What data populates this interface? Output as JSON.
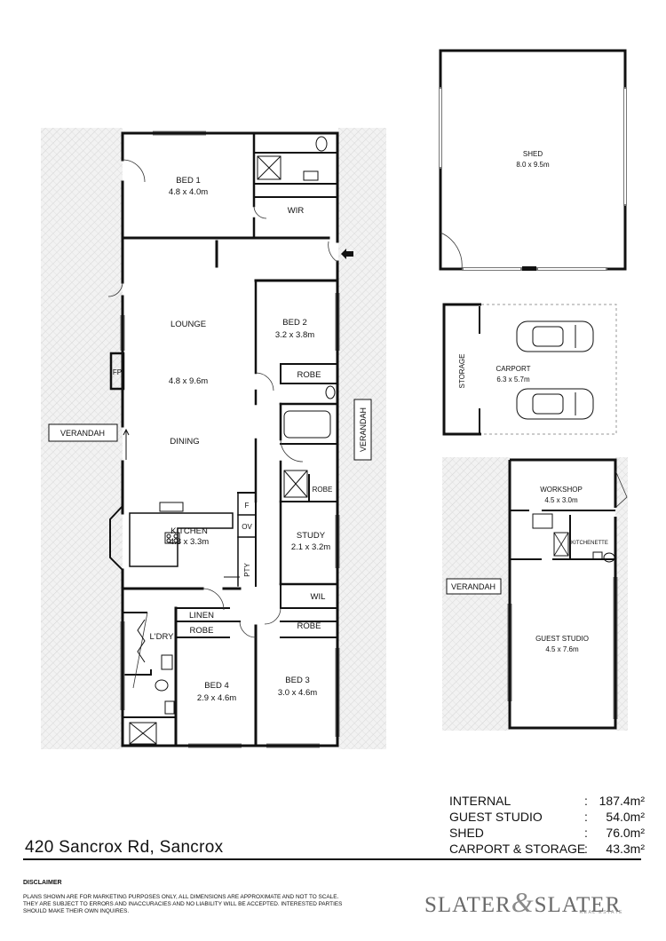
{
  "rooms": {
    "bed1": {
      "name": "BED 1",
      "size": "4.8 x 4.0m"
    },
    "wir": "WIR",
    "lounge": {
      "name": "LOUNGE",
      "size": "4.8 x 9.6m"
    },
    "fp": "FP",
    "dining": "DINING",
    "bed2": {
      "name": "BED 2",
      "size": "3.2 x 3.8m"
    },
    "robe": "ROBE",
    "kitchen": {
      "name": "KITCHEN",
      "size": "4.8 x 3.3m"
    },
    "f": "F",
    "ov": "OV",
    "pty": "PTY",
    "study": {
      "name": "STUDY",
      "size": "2.1 x 3.2m"
    },
    "wil": "WIL",
    "linen": "LINEN",
    "ldry": "L'DRY",
    "bed4": {
      "name": "BED 4",
      "size": "2.9 x 4.6m"
    },
    "bed3": {
      "name": "BED 3",
      "size": "3.0 x 4.6m"
    },
    "verandah": "VERANDAH",
    "shed": {
      "name": "SHED",
      "size": "8.0 x 9.5m"
    },
    "storage": "STORAGE",
    "carport": {
      "name": "CARPORT",
      "size": "6.3 x 5.7m"
    },
    "workshop": {
      "name": "WORKSHOP",
      "size": "4.5 x 3.0m"
    },
    "kitchenette": "KITCHENETTE",
    "guest_studio": {
      "name": "GUEST STUDIO",
      "size": "4.5 x 7.6m"
    }
  },
  "address": "420 Sancrox Rd, Sancrox",
  "areas": [
    {
      "name": "INTERNAL",
      "value": "187.4m²"
    },
    {
      "name": "GUEST STUDIO",
      "value": "54.0m²"
    },
    {
      "name": "SHED",
      "value": "76.0m²"
    },
    {
      "name": "CARPORT & STORAGE",
      "value": "43.3m²"
    }
  ],
  "disclaimer": {
    "title": "DISCLAIMER",
    "text": "PLANS SHOWN ARE FOR MARKETING PURPOSES ONLY, ALL DIMENSIONS ARE APPROXIMATE AND NOT TO SCALE. THEY ARE SUBJECT TO ERRORS AND INACCURACIES AND NO LIABILITY WILL BE ACCEPTED. INTERESTED PARTIES SHOULD MAKE THEIR OWN INQUIRES."
  },
  "logo": {
    "left": "SLATER",
    "amp": "&",
    "right": "SLATER",
    "sub": "REAL ESTATE"
  }
}
